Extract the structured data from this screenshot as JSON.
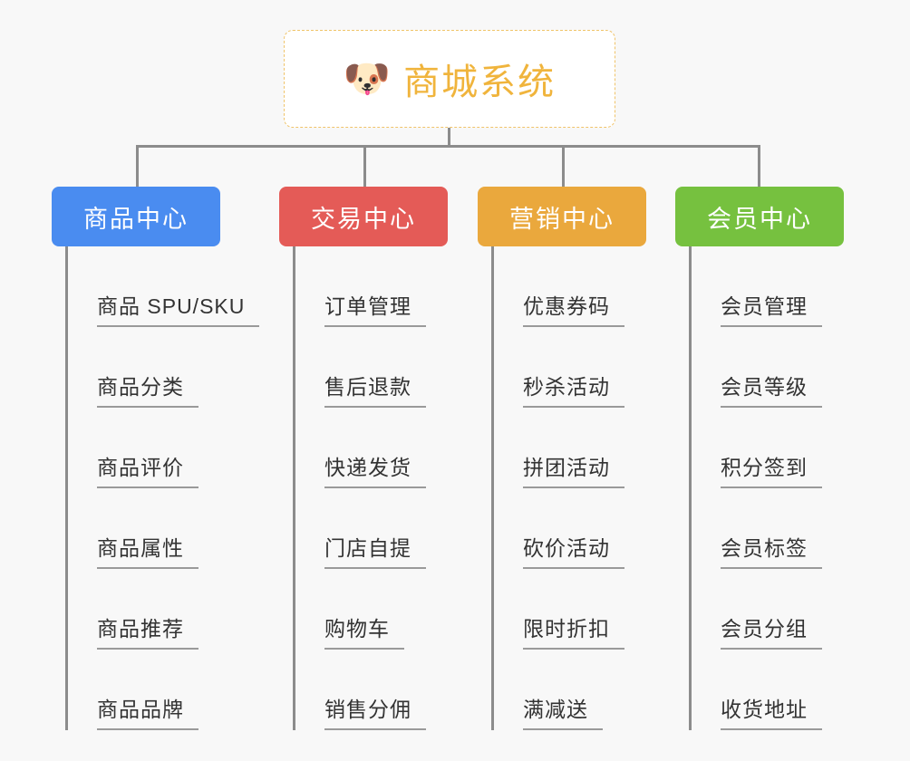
{
  "canvas": {
    "background": "#f8f8f8",
    "line_color": "#8c8c8c"
  },
  "root": {
    "icon": "shiba-dog-face",
    "icon_glyph": "🐶",
    "title": "商城系统",
    "text_color": "#f0b43c",
    "border_color": "#f0c46a",
    "background": "#ffffff"
  },
  "columns": [
    {
      "id": "product-center",
      "title": "商品中心",
      "color": "#4a8cf0",
      "leaves": [
        {
          "label": "商品 SPU/SKU"
        },
        {
          "label": "商品分类"
        },
        {
          "label": "商品评价"
        },
        {
          "label": "商品属性"
        },
        {
          "label": "商品推荐"
        },
        {
          "label": "商品品牌"
        }
      ]
    },
    {
      "id": "trade-center",
      "title": "交易中心",
      "color": "#e45b57",
      "leaves": [
        {
          "label": "订单管理"
        },
        {
          "label": "售后退款"
        },
        {
          "label": "快递发货"
        },
        {
          "label": "门店自提"
        },
        {
          "label": "购物车"
        },
        {
          "label": "销售分佣"
        }
      ]
    },
    {
      "id": "marketing-center",
      "title": "营销中心",
      "color": "#eaa83d",
      "leaves": [
        {
          "label": "优惠券码"
        },
        {
          "label": "秒杀活动"
        },
        {
          "label": "拼团活动"
        },
        {
          "label": "砍价活动"
        },
        {
          "label": "限时折扣"
        },
        {
          "label": "满减送"
        }
      ]
    },
    {
      "id": "member-center",
      "title": "会员中心",
      "color": "#76c13f",
      "leaves": [
        {
          "label": "会员管理"
        },
        {
          "label": "会员等级"
        },
        {
          "label": "积分签到"
        },
        {
          "label": "会员标签"
        },
        {
          "label": "会员分组"
        },
        {
          "label": "收货地址"
        }
      ]
    }
  ]
}
